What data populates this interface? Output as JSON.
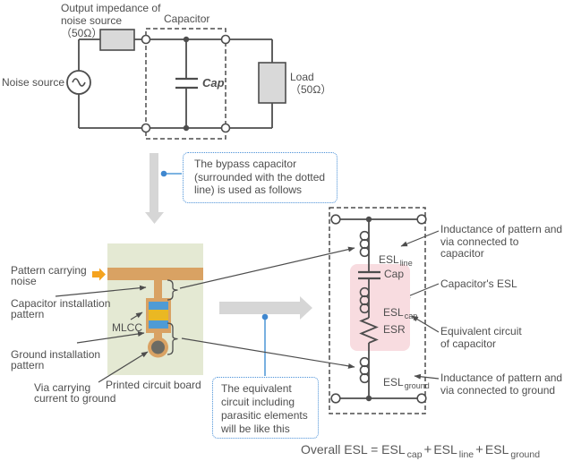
{
  "top_circuit": {
    "output_impedance_label": "Output impedance of\nnoise source\n（50Ω）",
    "noise_source_label": "Noise source",
    "capacitor_label": "Capacitor",
    "cap_value_label": "Cap",
    "load_label": "Load\n（50Ω）"
  },
  "notes": {
    "bypass_note": "The bypass capacitor\n(surrounded with the dotted\nline) is used as follows",
    "equivalent_note": "The equivalent\ncircuit including\nparasitic elements\nwill be like this"
  },
  "pcb": {
    "pattern_carrying_noise": "Pattern carrying\nnoise",
    "capacitor_installation": "Capacitor installation\npattern",
    "mlcc": "MLCC",
    "ground_installation": "Ground installation\npattern",
    "via_carrying": "Via carrying\ncurrent to ground",
    "board": "Printed circuit board"
  },
  "equiv": {
    "esl_line": {
      "base": "ESL",
      "sub": "line"
    },
    "cap": "Cap",
    "esl_cap": {
      "base": "ESL",
      "sub": "cap"
    },
    "esr": "ESR",
    "esl_ground": {
      "base": "ESL",
      "sub": "ground"
    },
    "ann_line": "Inductance of pattern and\nvia connected to capacitor",
    "ann_cap_esl": "Capacitor's ESL",
    "ann_equiv": "Equivalent circuit\nof capacitor",
    "ann_ground": "Inductance of pattern and\nvia connected to ground"
  },
  "formula": {
    "prefix": "Overall ESL = ",
    "plus": "+",
    "terms": [
      {
        "base": "ESL",
        "sub": "cap"
      },
      {
        "base": "ESL",
        "sub": "line"
      },
      {
        "base": "ESL",
        "sub": "ground"
      }
    ]
  },
  "colors": {
    "trace_orange": "#d9a263",
    "arrow_orange": "#f5a31f",
    "mlcc_blue": "#4f9bd5",
    "mlcc_yellow": "#eab823",
    "board_green": "#e4e9d3",
    "equiv_pink": "#f8dce0",
    "circuit_gray": "#4d4d4d",
    "flow_arrow_gray": "#d6d6d6",
    "callout_blue": "#4a90d8"
  }
}
